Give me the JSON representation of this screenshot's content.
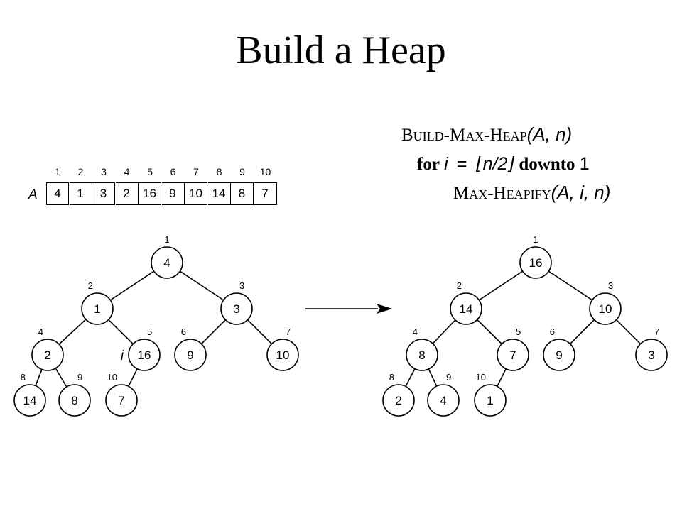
{
  "title": "Build a Heap",
  "pseudocode": {
    "header_name": "Build-Max-Heap",
    "header_args": "(A, n)",
    "loop_for": "for",
    "loop_var": "i",
    "loop_eq": "=",
    "loop_expr": "⌊n/2⌋",
    "loop_downto": "downto",
    "loop_end": "1",
    "call_name": "Max-Heapify",
    "call_args": "(A, i, n)"
  },
  "array": {
    "label": "A",
    "indices": [
      "1",
      "2",
      "3",
      "4",
      "5",
      "6",
      "7",
      "8",
      "9",
      "10"
    ],
    "values": [
      "4",
      "1",
      "3",
      "2",
      "16",
      "9",
      "10",
      "14",
      "8",
      "7"
    ]
  },
  "before_tree": {
    "values": [
      "4",
      "1",
      "3",
      "2",
      "16",
      "9",
      "10",
      "14",
      "8",
      "7"
    ],
    "indices": [
      "1",
      "2",
      "3",
      "4",
      "5",
      "6",
      "7",
      "8",
      "9",
      "10"
    ],
    "pointer_label": "i"
  },
  "after_tree": {
    "values": [
      "16",
      "14",
      "10",
      "8",
      "7",
      "9",
      "3",
      "2",
      "4",
      "1"
    ],
    "indices": [
      "1",
      "2",
      "3",
      "4",
      "5",
      "6",
      "7",
      "8",
      "9",
      "10"
    ]
  },
  "colors": {
    "ink": "#000000",
    "background": "#ffffff",
    "node_fill": "#ffffff"
  },
  "icons": {
    "transform_arrow": "right-arrow-icon"
  }
}
